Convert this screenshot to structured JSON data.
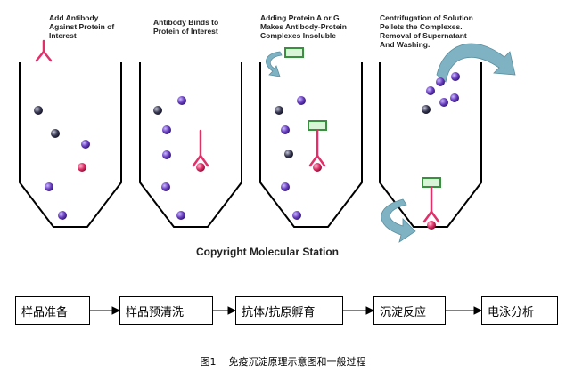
{
  "steps": [
    {
      "label": "Add Antibody\nAgainst Protein of\nInterest"
    },
    {
      "label": "Antibody Binds to\nProtein of Interest"
    },
    {
      "label": "Adding Protein A or G\nMakes Antibody-Protein\nComplexes Insoluble"
    },
    {
      "label": "Centrifugation of Solution\nPellets the Complexes.\nRemoval of Supernatant\nAnd Washing."
    }
  ],
  "copyright": "Copyright Molecular Station",
  "flow": [
    {
      "label": "样品准备"
    },
    {
      "label": "样品预清洗"
    },
    {
      "label": "抗体/抗原孵育"
    },
    {
      "label": "沉淀反应"
    },
    {
      "label": "电泳分析"
    }
  ],
  "caption": "图1    免疫沉淀原理示意图和一般过程",
  "colors": {
    "antibody": "#e0306a",
    "protein_of_interest": "#e0306a",
    "other_protein": "#6a3fc0",
    "dark_protein": "#3a3a55",
    "protein_ag": "#55c060",
    "arrow": "#7fb3c4"
  }
}
